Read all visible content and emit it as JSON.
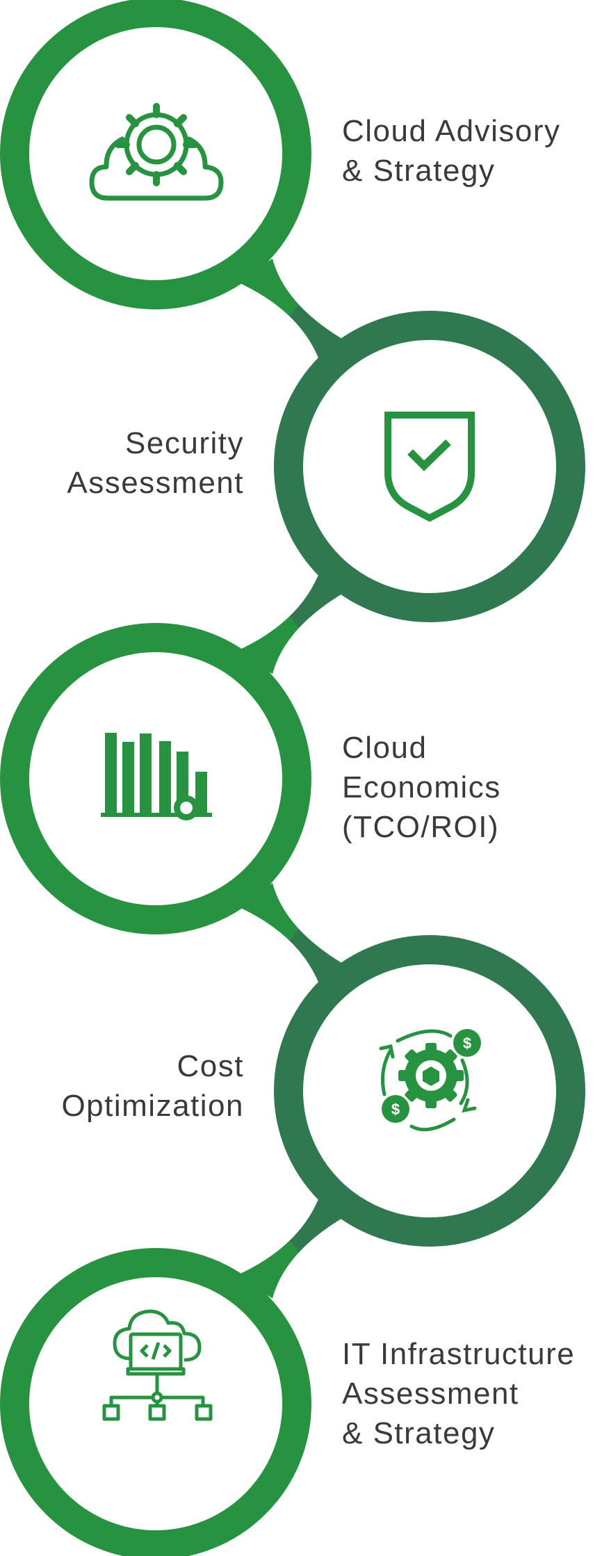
{
  "colors": {
    "light_green": "#27923f",
    "dark_green": "#2f7850",
    "text": "#3a3a3c"
  },
  "steps": [
    {
      "lines": [
        "Cloud Advisory",
        "& Strategy"
      ],
      "icon": "cloud-gear-icon"
    },
    {
      "lines": [
        "Security",
        "Assessment"
      ],
      "icon": "shield-check-icon"
    },
    {
      "lines": [
        "Cloud",
        "Economics",
        "(TCO/ROI)"
      ],
      "icon": "bar-chart-icon"
    },
    {
      "lines": [
        "Cost",
        "Optimization"
      ],
      "icon": "gear-dollar-cycle-icon"
    },
    {
      "lines": [
        "IT Infrastructure",
        "Assessment",
        "& Strategy"
      ],
      "icon": "cloud-laptop-network-icon"
    }
  ]
}
